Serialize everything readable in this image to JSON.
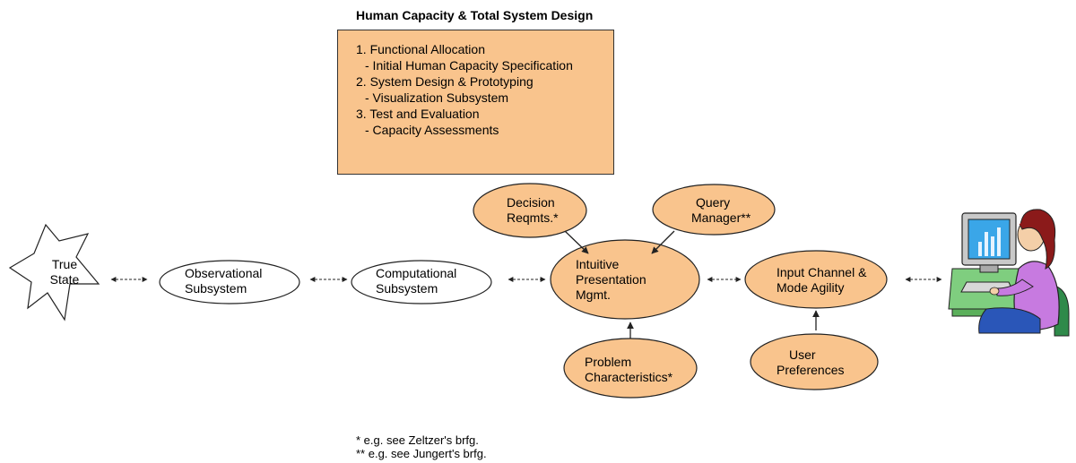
{
  "header": {
    "title": "Human Capacity & Total System Design"
  },
  "steps_box": {
    "lines": [
      {
        "text": "1. Functional Allocation",
        "indent": false
      },
      {
        "text": "- Initial Human Capacity Specification",
        "indent": true
      },
      {
        "text": "2. System Design & Prototyping",
        "indent": false
      },
      {
        "text": "- Visualization Subsystem",
        "indent": true
      },
      {
        "text": "3. Test and Evaluation",
        "indent": false
      },
      {
        "text": "- Capacity Assessments",
        "indent": true
      }
    ]
  },
  "nodes": {
    "true_state": [
      "True",
      "State"
    ],
    "observational": [
      "Observational",
      "Subsystem"
    ],
    "computational": [
      "Computational",
      "Subsystem"
    ],
    "decision": [
      "Decision",
      "Reqmts.*"
    ],
    "query": [
      "Query",
      "Manager**"
    ],
    "intuitive": [
      "Intuitive",
      "Presentation",
      "Mgmt."
    ],
    "input_channel": [
      "Input Channel &",
      "Mode Agility"
    ],
    "problem": [
      "Problem",
      "Characteristics*"
    ],
    "user_prefs": [
      "User",
      "Preferences"
    ]
  },
  "footnotes": {
    "note1": "* e.g. see Zeltzer's brfg.",
    "note2": "** e.g. see Jungert's brfg."
  },
  "colors": {
    "orange": "#f9c48d",
    "white": "#ffffff",
    "outline": "#222222",
    "monitor": "#c9c9c9",
    "screen": "#3aa6e8",
    "desk": "#7fce7f",
    "shirt": "#c77ae0",
    "hair": "#8b1a1a",
    "chair": "#2f8a4a"
  },
  "icons": {
    "user_illustration": "person-at-computer-icon",
    "star": "star-shape"
  }
}
